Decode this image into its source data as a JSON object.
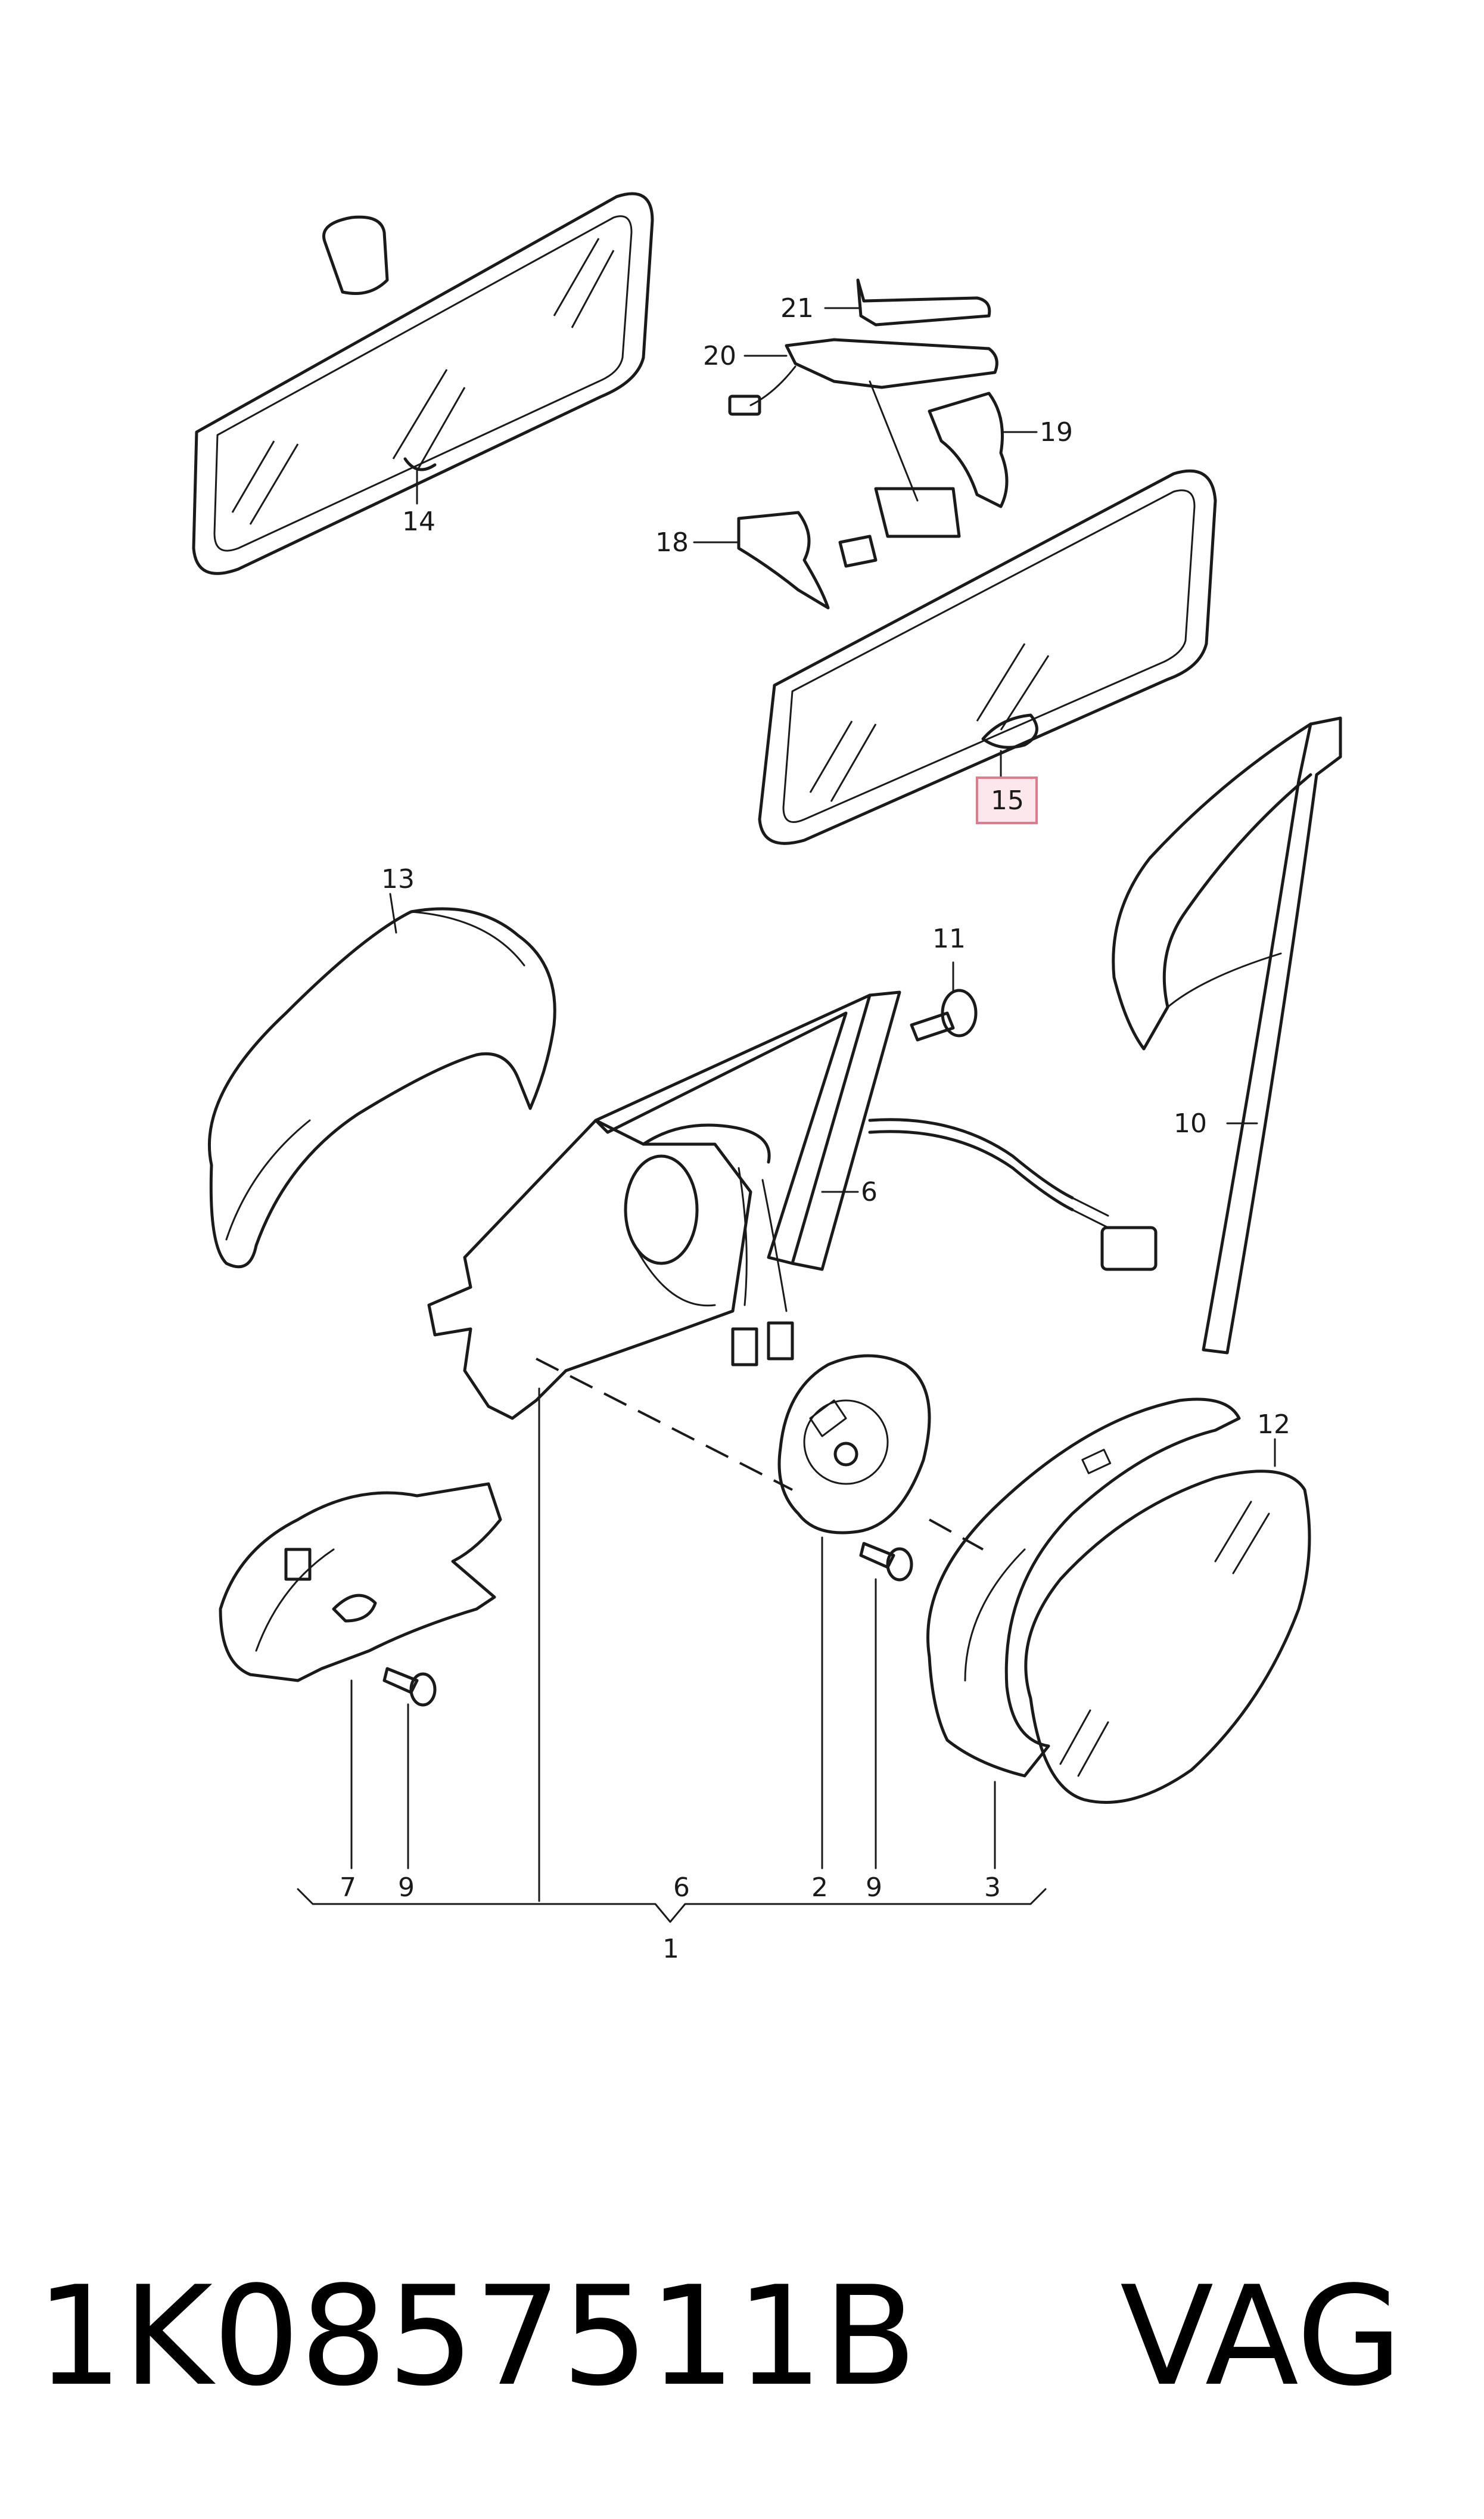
{
  "callouts": {
    "c14": "14",
    "c21": "21",
    "c20": "20",
    "c19": "19",
    "c18": "18",
    "c15": "15",
    "c13": "13",
    "c11": "11",
    "c10": "10",
    "c6a": "6",
    "c12": "12",
    "c7": "7",
    "c9a": "9",
    "c6b": "6",
    "c2": "2",
    "c9b": "9",
    "c3": "3",
    "c1": "1"
  },
  "highlighted_callout": "15",
  "highlight_color": "#fce8ec",
  "footer": {
    "part_number": "1K0857511B",
    "brand": "VAG"
  }
}
